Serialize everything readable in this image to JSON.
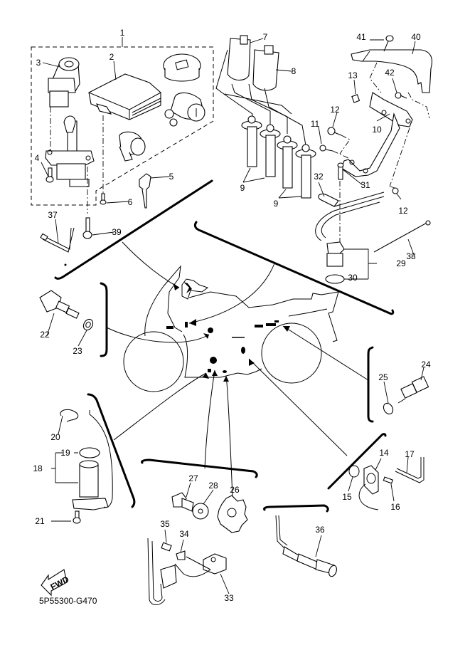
{
  "diagram": {
    "title_code": "5P55300-G470",
    "fwd_label": "FWD",
    "callouts": [
      {
        "id": "c1",
        "text": "1",
        "part": "lock-set"
      },
      {
        "id": "c2",
        "text": "2",
        "part": "ecu-unit"
      },
      {
        "id": "c3",
        "text": "3",
        "part": "main-switch"
      },
      {
        "id": "c4",
        "text": "4",
        "part": "bolt"
      },
      {
        "id": "c5",
        "text": "5",
        "part": "key-blank"
      },
      {
        "id": "c6",
        "text": "6",
        "part": "screw"
      },
      {
        "id": "c7",
        "text": "7",
        "part": "ignition-coil-1"
      },
      {
        "id": "c8",
        "text": "8",
        "part": "ignition-coil-2"
      },
      {
        "id": "c9a",
        "text": "9",
        "part": "spark-plug-cap"
      },
      {
        "id": "c9b",
        "text": "9",
        "part": "spark-plug-cap"
      },
      {
        "id": "c10",
        "text": "10",
        "part": "bracket"
      },
      {
        "id": "c11",
        "text": "11",
        "part": "bolt"
      },
      {
        "id": "c12a",
        "text": "12",
        "part": "bolt"
      },
      {
        "id": "c12b",
        "text": "12",
        "part": "bolt"
      },
      {
        "id": "c13",
        "text": "13",
        "part": "nut"
      },
      {
        "id": "c14",
        "text": "14",
        "part": "neutral-switch"
      },
      {
        "id": "c15",
        "text": "15",
        "part": "o-ring"
      },
      {
        "id": "c16",
        "text": "16",
        "part": "screw"
      },
      {
        "id": "c17",
        "text": "17",
        "part": "lead"
      },
      {
        "id": "c18",
        "text": "18",
        "part": "sensor-assy"
      },
      {
        "id": "c19",
        "text": "19",
        "part": "o-ring"
      },
      {
        "id": "c20",
        "text": "20",
        "part": "clip"
      },
      {
        "id": "c21",
        "text": "21",
        "part": "bolt"
      },
      {
        "id": "c22",
        "text": "22",
        "part": "thermo-unit"
      },
      {
        "id": "c23",
        "text": "23",
        "part": "gasket"
      },
      {
        "id": "c24",
        "text": "24",
        "part": "thermo-sensor"
      },
      {
        "id": "c25",
        "text": "25",
        "part": "gasket"
      },
      {
        "id": "c26",
        "text": "26",
        "part": "pickup-rotor"
      },
      {
        "id": "c27",
        "text": "27",
        "part": "bolt"
      },
      {
        "id": "c28",
        "text": "28",
        "part": "washer"
      },
      {
        "id": "c29",
        "text": "29",
        "part": "sensor"
      },
      {
        "id": "c30",
        "text": "30",
        "part": "o-ring"
      },
      {
        "id": "c31",
        "text": "31",
        "part": "bolt"
      },
      {
        "id": "c32",
        "text": "32",
        "part": "clamp"
      },
      {
        "id": "c33",
        "text": "33",
        "part": "pickup-coil"
      },
      {
        "id": "c34",
        "text": "34",
        "part": "clamp"
      },
      {
        "id": "c35",
        "text": "35",
        "part": "screw"
      },
      {
        "id": "c36",
        "text": "36",
        "part": "oxygen-sensor"
      },
      {
        "id": "c37",
        "text": "37",
        "part": "lead"
      },
      {
        "id": "c38",
        "text": "38",
        "part": "band"
      },
      {
        "id": "c39",
        "text": "39",
        "part": "bolt"
      },
      {
        "id": "c40",
        "text": "40",
        "part": "cover"
      },
      {
        "id": "c41",
        "text": "41",
        "part": "screw"
      },
      {
        "id": "c42",
        "text": "42",
        "part": "screw"
      }
    ]
  }
}
